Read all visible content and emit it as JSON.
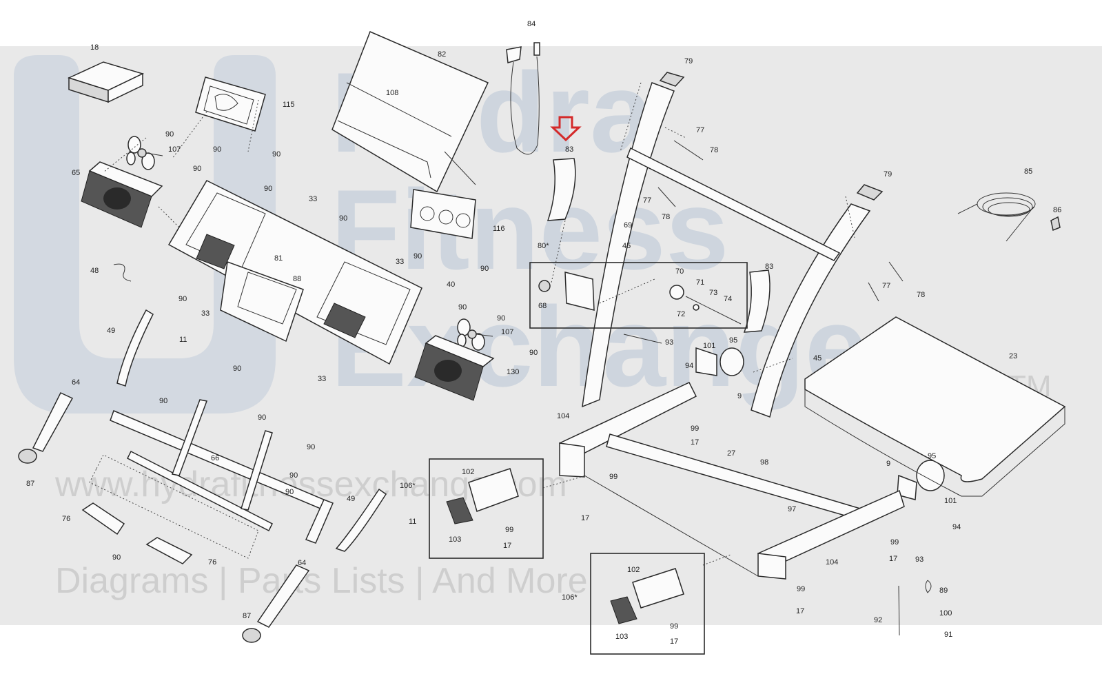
{
  "watermark": {
    "line1": "Hydra",
    "line2": "Fitness",
    "line3": "Exchange",
    "trademark": "TM",
    "url": "www.hydrafitnessexchange.com",
    "tagline": "Diagrams | Parts Lists | And More",
    "band_color": "#e9e9e9",
    "logo_color": "#b9c6d6"
  },
  "highlight": {
    "arrow_color": "#d42a2a",
    "target_part": "83"
  },
  "labels": [
    {
      "id": "l18",
      "text": "18"
    },
    {
      "id": "l115",
      "text": "115"
    },
    {
      "id": "l82",
      "text": "82"
    },
    {
      "id": "l108",
      "text": "108"
    },
    {
      "id": "l84",
      "text": "84"
    },
    {
      "id": "l83a",
      "text": "83"
    },
    {
      "id": "l79a",
      "text": "79"
    },
    {
      "id": "l77a",
      "text": "77"
    },
    {
      "id": "l78a",
      "text": "78"
    },
    {
      "id": "l77b",
      "text": "77"
    },
    {
      "id": "l78b",
      "text": "78"
    },
    {
      "id": "l79b",
      "text": "79"
    },
    {
      "id": "l85",
      "text": "85"
    },
    {
      "id": "l86",
      "text": "86"
    },
    {
      "id": "l90a",
      "text": "90"
    },
    {
      "id": "l107a",
      "text": "107"
    },
    {
      "id": "l90b",
      "text": "90"
    },
    {
      "id": "l90c",
      "text": "90"
    },
    {
      "id": "l90d",
      "text": "90"
    },
    {
      "id": "l65",
      "text": "65"
    },
    {
      "id": "l90e",
      "text": "90"
    },
    {
      "id": "l33a",
      "text": "33"
    },
    {
      "id": "l90f",
      "text": "90"
    },
    {
      "id": "l116",
      "text": "116"
    },
    {
      "id": "l90g",
      "text": "90"
    },
    {
      "id": "l90h",
      "text": "90"
    },
    {
      "id": "l33b",
      "text": "33"
    },
    {
      "id": "l69",
      "text": "69"
    },
    {
      "id": "l80",
      "text": "80*"
    },
    {
      "id": "l45a",
      "text": "45"
    },
    {
      "id": "l48",
      "text": "48"
    },
    {
      "id": "l90i",
      "text": "90"
    },
    {
      "id": "l33c",
      "text": "33"
    },
    {
      "id": "l81",
      "text": "81"
    },
    {
      "id": "l88",
      "text": "88"
    },
    {
      "id": "l40",
      "text": "40"
    },
    {
      "id": "l90j",
      "text": "90"
    },
    {
      "id": "l68",
      "text": "68"
    },
    {
      "id": "l70",
      "text": "70"
    },
    {
      "id": "l71",
      "text": "71"
    },
    {
      "id": "l73",
      "text": "73"
    },
    {
      "id": "l74",
      "text": "74"
    },
    {
      "id": "l72",
      "text": "72"
    },
    {
      "id": "l83b",
      "text": "83"
    },
    {
      "id": "l77c",
      "text": "77"
    },
    {
      "id": "l78c",
      "text": "78"
    },
    {
      "id": "l90k",
      "text": "90"
    },
    {
      "id": "l107b",
      "text": "107"
    },
    {
      "id": "l90l",
      "text": "90"
    },
    {
      "id": "l49a",
      "text": "49"
    },
    {
      "id": "l11a",
      "text": "11"
    },
    {
      "id": "l90m",
      "text": "90"
    },
    {
      "id": "l33d",
      "text": "33"
    },
    {
      "id": "l130",
      "text": "130"
    },
    {
      "id": "l93a",
      "text": "93"
    },
    {
      "id": "l101a",
      "text": "101"
    },
    {
      "id": "l95a",
      "text": "95"
    },
    {
      "id": "l94a",
      "text": "94"
    },
    {
      "id": "l9a",
      "text": "9"
    },
    {
      "id": "l45b",
      "text": "45"
    },
    {
      "id": "l23",
      "text": "23"
    },
    {
      "id": "l64a",
      "text": "64"
    },
    {
      "id": "l90n",
      "text": "90"
    },
    {
      "id": "l90o",
      "text": "90"
    },
    {
      "id": "l90p",
      "text": "90"
    },
    {
      "id": "l104a",
      "text": "104"
    },
    {
      "id": "l99a",
      "text": "99"
    },
    {
      "id": "l17a",
      "text": "17"
    },
    {
      "id": "l90q",
      "text": "90"
    },
    {
      "id": "l87a",
      "text": "87"
    },
    {
      "id": "l66",
      "text": "66"
    },
    {
      "id": "l27",
      "text": "27"
    },
    {
      "id": "l98",
      "text": "98"
    },
    {
      "id": "l102a",
      "text": "102"
    },
    {
      "id": "l106a",
      "text": "106*"
    },
    {
      "id": "l99b",
      "text": "99"
    },
    {
      "id": "l90r",
      "text": "90"
    },
    {
      "id": "l49b",
      "text": "49"
    },
    {
      "id": "l11b",
      "text": "11"
    },
    {
      "id": "l9b",
      "text": "9"
    },
    {
      "id": "l95b",
      "text": "95"
    },
    {
      "id": "l101b",
      "text": "101"
    },
    {
      "id": "l97",
      "text": "97"
    },
    {
      "id": "l76a",
      "text": "76"
    },
    {
      "id": "l17b",
      "text": "17"
    },
    {
      "id": "l99c",
      "text": "99"
    },
    {
      "id": "l103a",
      "text": "103"
    },
    {
      "id": "l17c",
      "text": "17"
    },
    {
      "id": "l94b",
      "text": "94"
    },
    {
      "id": "l90s",
      "text": "90"
    },
    {
      "id": "l76b",
      "text": "76"
    },
    {
      "id": "l64b",
      "text": "64"
    },
    {
      "id": "l99d",
      "text": "99"
    },
    {
      "id": "l17d",
      "text": "17"
    },
    {
      "id": "l93b",
      "text": "93"
    },
    {
      "id": "l104b",
      "text": "104"
    },
    {
      "id": "l102b",
      "text": "102"
    },
    {
      "id": "l99e",
      "text": "99"
    },
    {
      "id": "l106b",
      "text": "106*"
    },
    {
      "id": "l17e",
      "text": "17"
    },
    {
      "id": "l89",
      "text": "89"
    },
    {
      "id": "l100",
      "text": "100"
    },
    {
      "id": "l87b",
      "text": "87"
    },
    {
      "id": "l92",
      "text": "92"
    },
    {
      "id": "l91",
      "text": "91"
    },
    {
      "id": "l99f",
      "text": "99"
    },
    {
      "id": "l103b",
      "text": "103"
    },
    {
      "id": "l17f",
      "text": "17"
    }
  ]
}
